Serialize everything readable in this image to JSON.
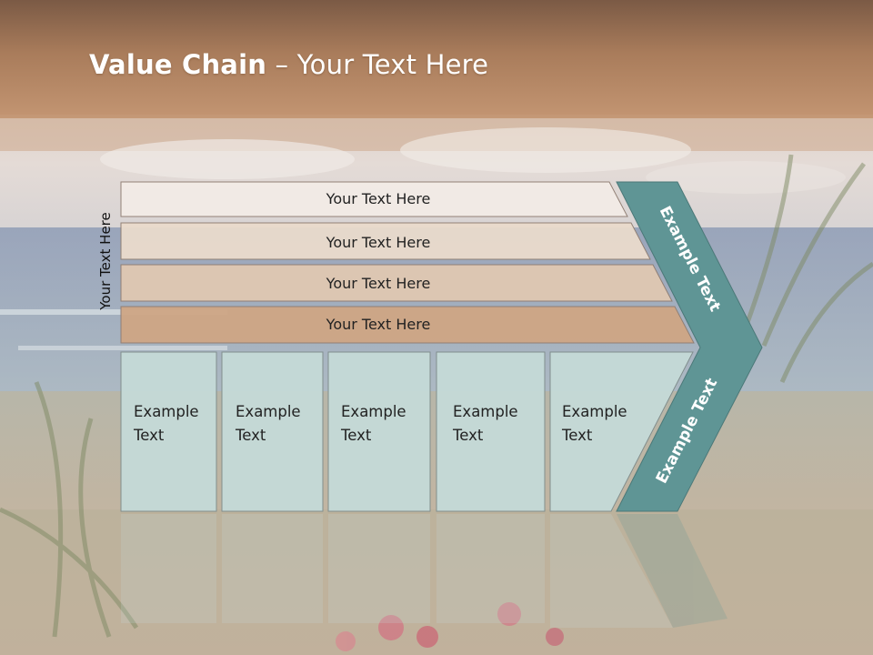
{
  "slide": {
    "title_bold": "Value Chain",
    "title_sep": " – ",
    "title_rest": "Your Text Here",
    "side_label": "Your Text Here"
  },
  "bars": [
    {
      "label": "Your Text Here",
      "color": "#f3ece6"
    },
    {
      "label": "Your Text Here",
      "color": "#eadbcc"
    },
    {
      "label": "Your Text Here",
      "color": "#e0c8b2"
    },
    {
      "label": "Your Text Here",
      "color": "#cfa685"
    }
  ],
  "boxes": [
    {
      "label": "Example Text"
    },
    {
      "label": "Example Text"
    },
    {
      "label": "Example Text"
    },
    {
      "label": "Example Text"
    },
    {
      "label": "Example Text"
    }
  ],
  "chevron": {
    "upper_label": "Example Text",
    "lower_label": "Example Text",
    "color": "#5f9595"
  },
  "colors": {
    "box_fill": "#c5dad8",
    "sky_top": "#7a5a44",
    "band": "#b58a66"
  }
}
